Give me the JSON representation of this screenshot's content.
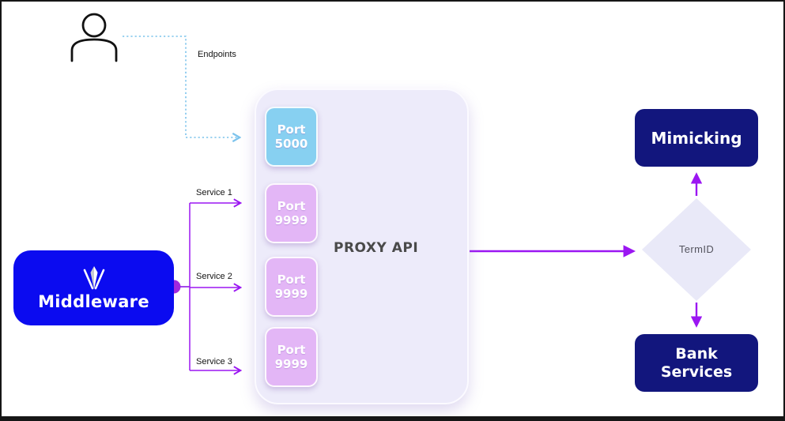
{
  "diagram": {
    "endpoints_label": "Endpoints",
    "user": {
      "icon": "person-icon"
    },
    "middleware": {
      "label": "Middleware",
      "color": "#0b0bf0",
      "logo_icon": "middleware-gem-icon"
    },
    "services": [
      {
        "label": "Service 1"
      },
      {
        "label": "Service 2"
      },
      {
        "label": "Service 3"
      }
    ],
    "proxy": {
      "title": "PROXY API",
      "background_color": "#edebfa",
      "ports": [
        {
          "label": "Port 5000",
          "color": "#87d0f1"
        },
        {
          "label": "Port 9999",
          "color": "#e3b6f6"
        },
        {
          "label": "Port 9999",
          "color": "#e3b6f6"
        },
        {
          "label": "Port 9999",
          "color": "#e3b6f6"
        }
      ]
    },
    "termid": {
      "label": "TermID",
      "color": "#e9e9f8"
    },
    "mimicking": {
      "label": "Mimicking",
      "color": "#12167d"
    },
    "bank_services": {
      "label": "Bank Services",
      "color": "#12167d"
    },
    "connector_colors": {
      "arrow_purple": "#9b16f2",
      "dotted_blue": "#7cc3ec",
      "junction_dot": "#a128dd"
    }
  }
}
